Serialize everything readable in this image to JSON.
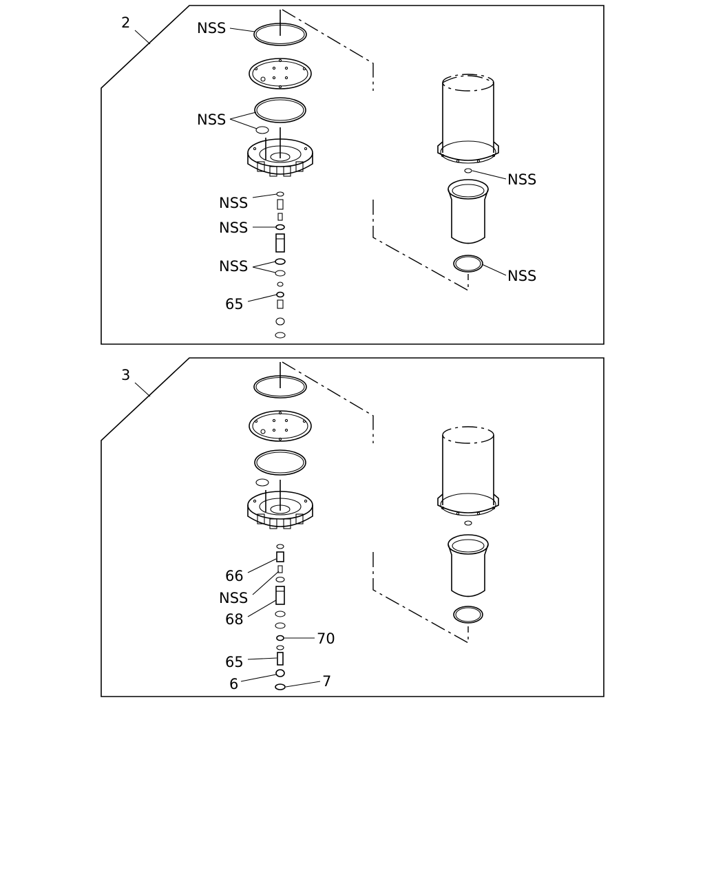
{
  "panels": [
    {
      "id": "2",
      "callouts": [
        "NSS",
        "NSS",
        "NSS",
        "NSS",
        "NSS",
        "65",
        "NSS",
        "NSS"
      ]
    },
    {
      "id": "3",
      "callouts": [
        "66",
        "NSS",
        "68",
        "70",
        "65",
        "6",
        "7"
      ]
    }
  ]
}
